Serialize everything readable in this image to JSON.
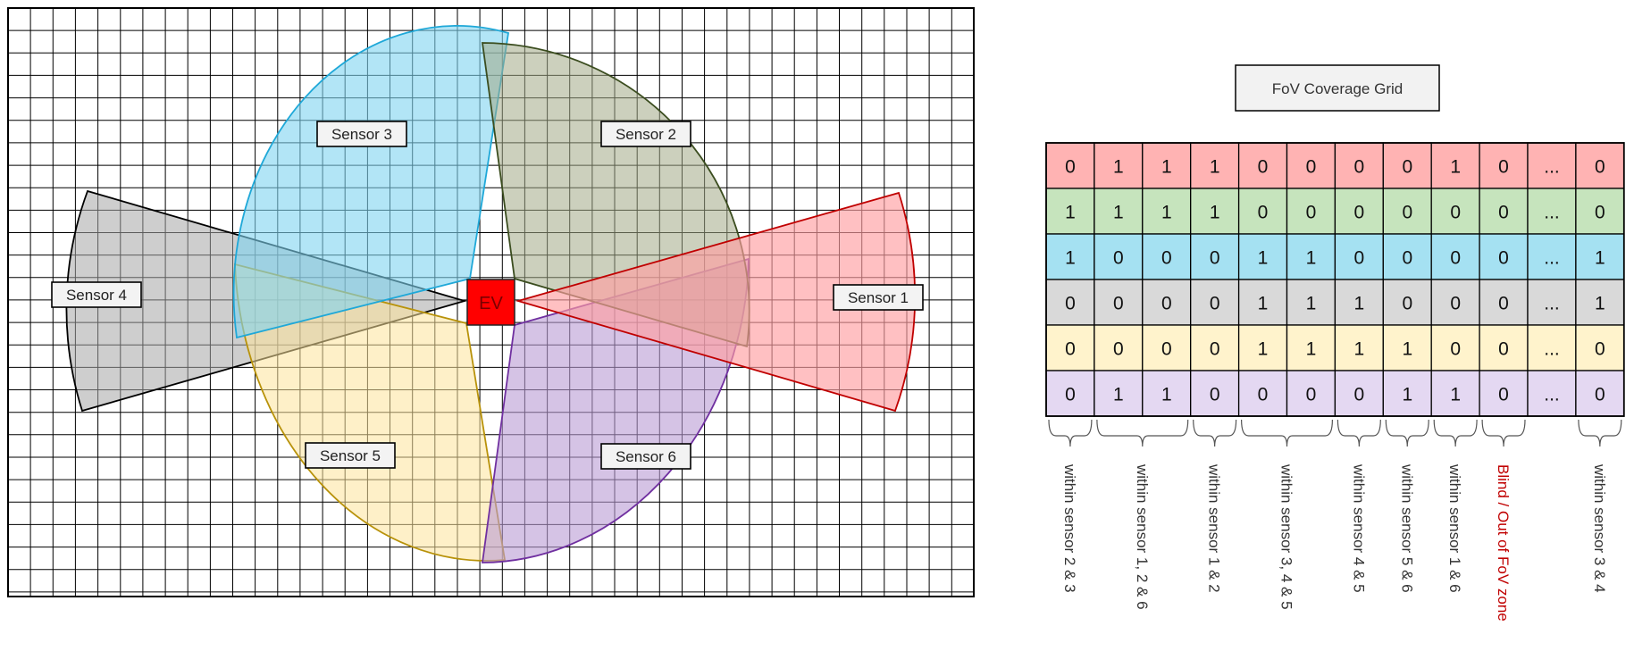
{
  "map": {
    "ev_label": "EV",
    "sensors": [
      {
        "id": "sensor-1",
        "label": "Sensor 1",
        "fill": "#ff9ea2",
        "stroke": "#c00000"
      },
      {
        "id": "sensor-2",
        "label": "Sensor 2",
        "fill": "#a3a986",
        "stroke": "#3b4d1f"
      },
      {
        "id": "sensor-3",
        "label": "Sensor 3",
        "fill": "#7fd4f0",
        "stroke": "#1fa8d8"
      },
      {
        "id": "sensor-4",
        "label": "Sensor 4",
        "fill": "#a6a6a6",
        "stroke": "#000000"
      },
      {
        "id": "sensor-5",
        "label": "Sensor 5",
        "fill": "#fde49a",
        "stroke": "#b8920a"
      },
      {
        "id": "sensor-6",
        "label": "Sensor 6",
        "fill": "#b99bd4",
        "stroke": "#7030a0"
      }
    ]
  },
  "coverage": {
    "title": "FoV Coverage Grid",
    "rows": [
      {
        "color": "#ffb3b3",
        "cells": [
          "0",
          "1",
          "1",
          "1",
          "0",
          "0",
          "0",
          "0",
          "1",
          "0",
          "...",
          "0"
        ]
      },
      {
        "color": "#c6e4bd",
        "cells": [
          "1",
          "1",
          "1",
          "1",
          "0",
          "0",
          "0",
          "0",
          "0",
          "0",
          "...",
          "0"
        ]
      },
      {
        "color": "#a5e1f2",
        "cells": [
          "1",
          "0",
          "0",
          "0",
          "1",
          "1",
          "0",
          "0",
          "0",
          "0",
          "...",
          "1"
        ]
      },
      {
        "color": "#d9d9d9",
        "cells": [
          "0",
          "0",
          "0",
          "0",
          "1",
          "1",
          "1",
          "0",
          "0",
          "0",
          "...",
          "1"
        ]
      },
      {
        "color": "#fff3cc",
        "cells": [
          "0",
          "0",
          "0",
          "0",
          "1",
          "1",
          "1",
          "1",
          "0",
          "0",
          "...",
          "0"
        ]
      },
      {
        "color": "#e4d8f2",
        "cells": [
          "0",
          "1",
          "1",
          "0",
          "0",
          "0",
          "0",
          "1",
          "1",
          "0",
          "...",
          "0"
        ]
      }
    ],
    "zones": [
      {
        "label": "within sensor 2 & 3",
        "from": 0,
        "to": 0,
        "color": "#333333"
      },
      {
        "label": "within sensor 1, 2 & 6",
        "from": 1,
        "to": 2,
        "color": "#333333"
      },
      {
        "label": "within sensor 1 & 2",
        "from": 3,
        "to": 3,
        "color": "#333333"
      },
      {
        "label": "within sensor 3, 4 & 5",
        "from": 4,
        "to": 5,
        "color": "#333333"
      },
      {
        "label": "within sensor 4 & 5",
        "from": 6,
        "to": 6,
        "color": "#333333"
      },
      {
        "label": "within sensor 5 & 6",
        "from": 7,
        "to": 7,
        "color": "#333333"
      },
      {
        "label": "within sensor 1 & 6",
        "from": 8,
        "to": 8,
        "color": "#333333"
      },
      {
        "label": "Blind / Out of FoV zone",
        "from": 9,
        "to": 9,
        "color": "#c00000"
      },
      {
        "label": "within sensor 3 & 4",
        "from": 11,
        "to": 11,
        "color": "#333333"
      }
    ]
  }
}
